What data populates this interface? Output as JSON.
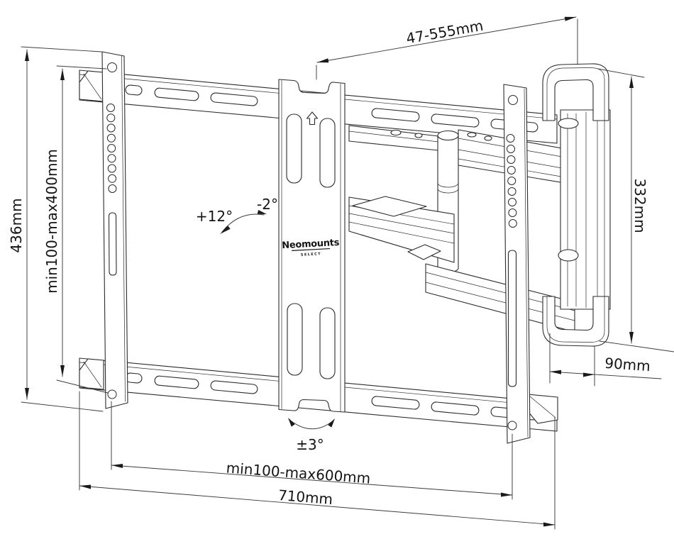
{
  "labels": {
    "depth_range": "47-555mm",
    "height_total": "436mm",
    "vesa_vertical": "min100-max400mm",
    "arm_height": "332mm",
    "wall_distance": "90mm",
    "swivel": "±3°",
    "tilt_up": "+12°",
    "tilt_down": "-2°",
    "vesa_horizontal": "min100-max600mm",
    "width_total": "710mm"
  },
  "logo": {
    "brand": "Neomounts",
    "subbrand": "SELECT"
  },
  "colors": {
    "line": "#2b2b2b",
    "text": "#141414",
    "background": "#ffffff"
  }
}
